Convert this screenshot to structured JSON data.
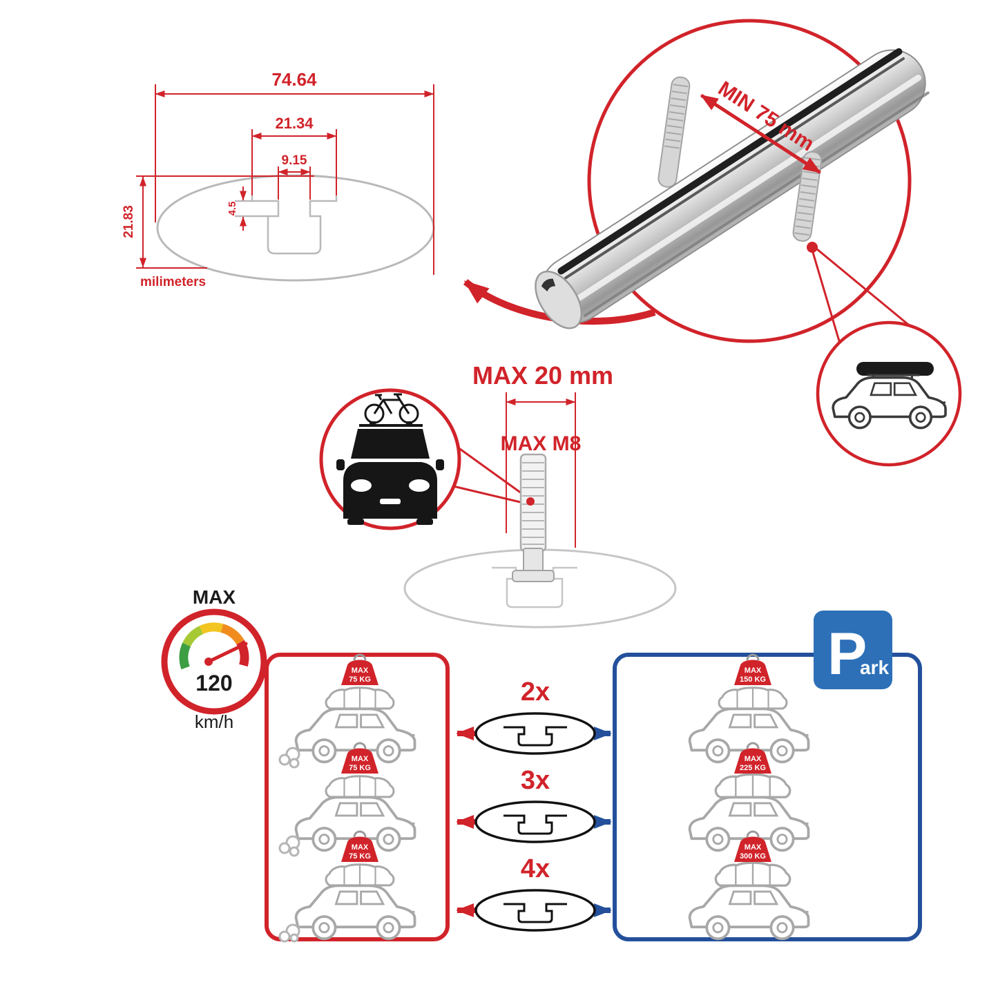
{
  "colors": {
    "red": "#d1232a",
    "blue": "#24509b",
    "park-blue": "#2d70b8",
    "drawing-gray": "#b9b9b9",
    "car-gray": "#a8a8a8"
  },
  "icons": [
    "speedometer-gauge-icon",
    "bicycle-icon",
    "car-front-icon",
    "suv-side-icon",
    "roof-cargo-bag-icon",
    "crossbar-profile-icon",
    "parking-sign-icon",
    "hook-icon",
    "smoke-puff-icon",
    "aluminum-crossbar-icon",
    "bolt-icon"
  ],
  "dimension_drawing": {
    "total_width": "74.64",
    "flange_width": "21.34",
    "slot_width": "9.15",
    "step_depth": "4.5",
    "height": "21.83",
    "units": "milimeters"
  },
  "bar_callout": {
    "min_label": "MIN 75 mm"
  },
  "bolt_callout": {
    "max_width": "MAX 20 mm",
    "thread": "MAX M8"
  },
  "speedometer": {
    "title": "MAX",
    "value": "120",
    "unit": "km/h"
  },
  "counts": [
    "2x",
    "3x",
    "4x"
  ],
  "left_panel": {
    "cars": [
      {
        "max": "MAX",
        "kg": "75 KG"
      },
      {
        "max": "MAX",
        "kg": "75 KG"
      },
      {
        "max": "MAX",
        "kg": "75 KG"
      }
    ]
  },
  "right_panel": {
    "park": {
      "p": "P",
      "ark": "ark"
    },
    "cars": [
      {
        "max": "MAX",
        "kg": "150 KG"
      },
      {
        "max": "MAX",
        "kg": "225 KG"
      },
      {
        "max": "MAX",
        "kg": "300 KG"
      }
    ]
  }
}
